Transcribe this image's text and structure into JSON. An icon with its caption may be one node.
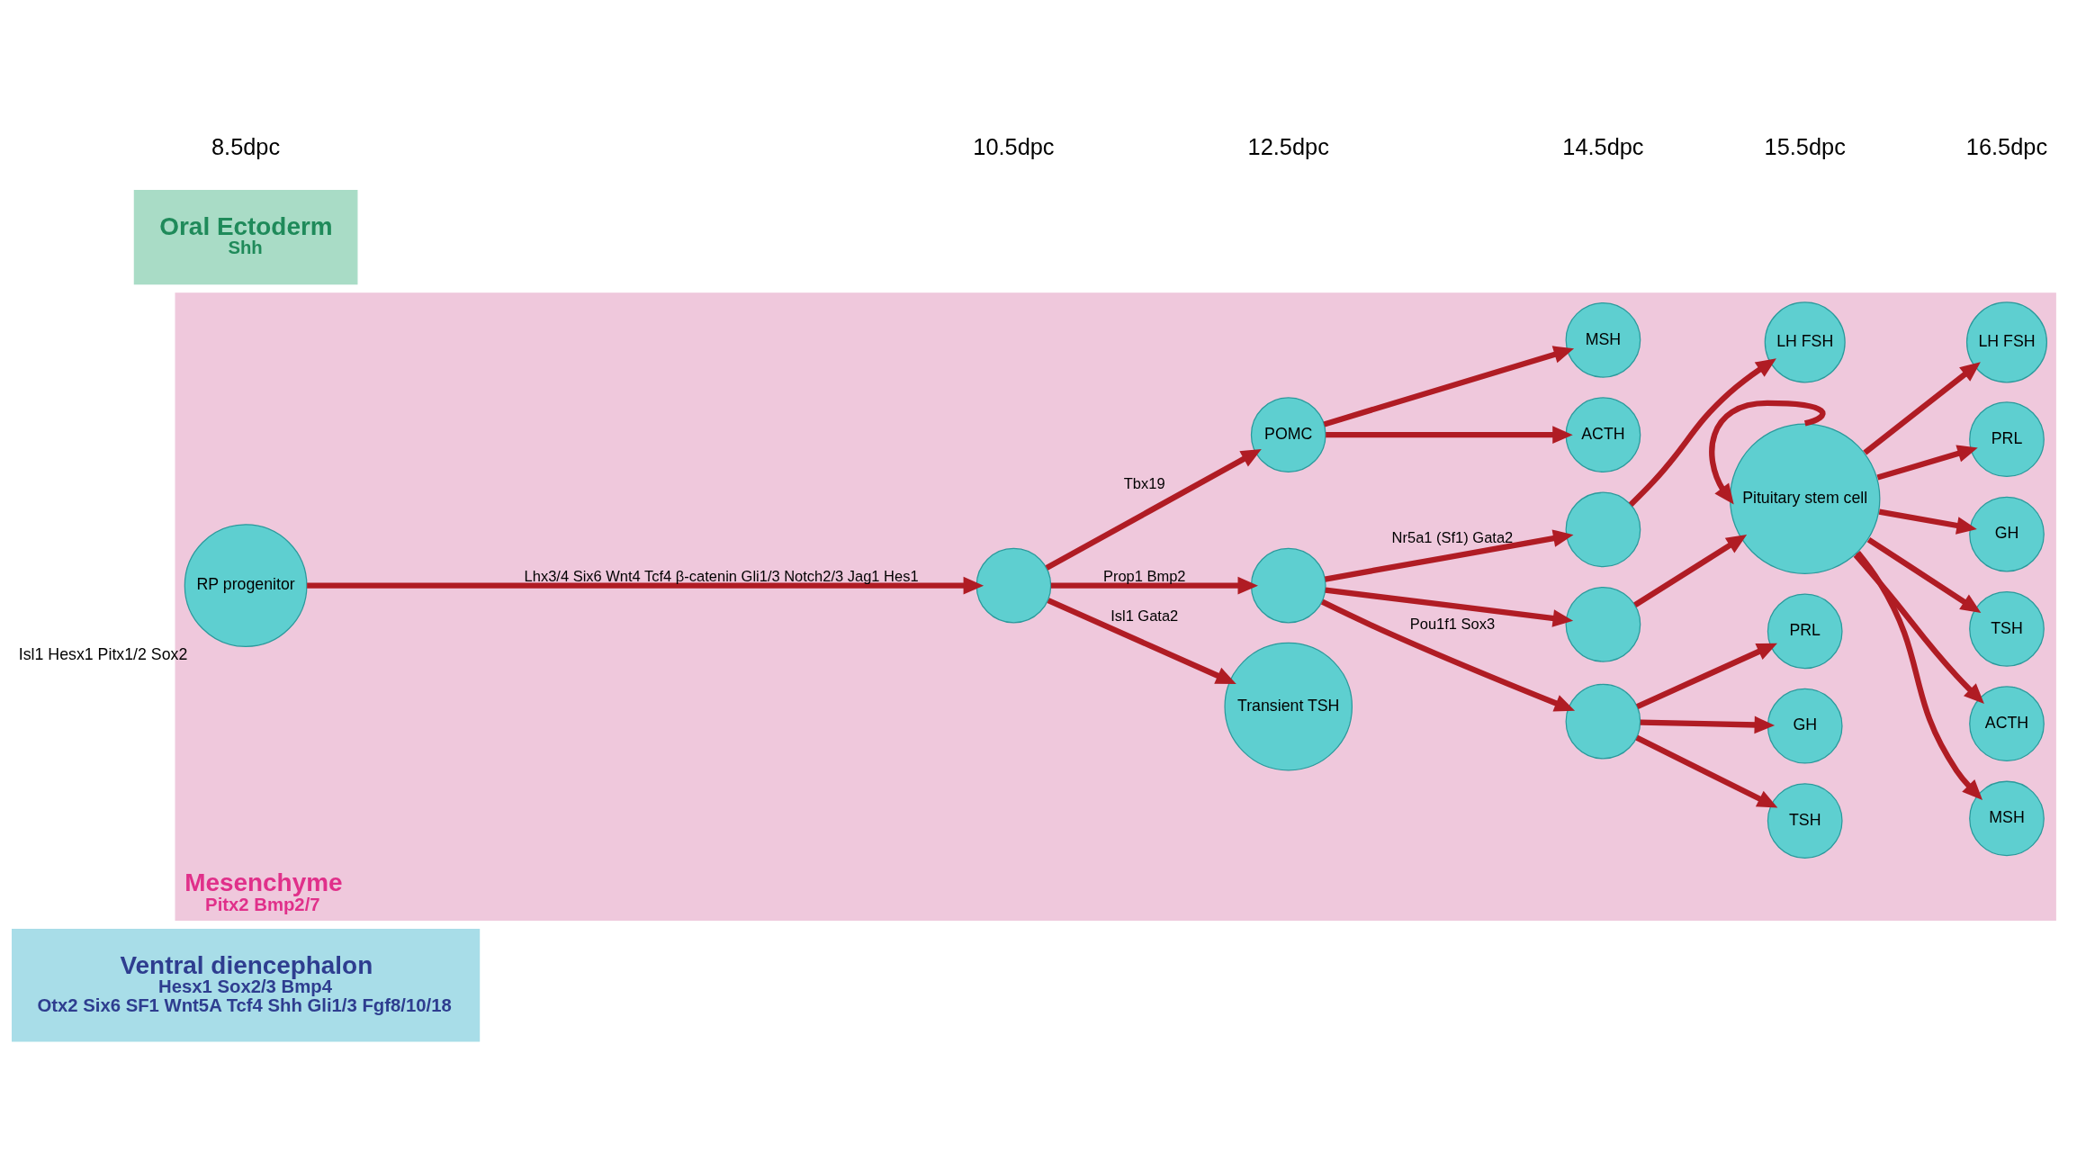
{
  "diagram": {
    "nodes": [
      {
        "text": [
          "Ventral diencephalon",
          "Hesx1 Sox2/3 Bmp4",
          "Otx2 Six6 SF1 Wnt5A Tcf4 Shh Gli1/3 Fgf8/10/18"
        ]
      },
      {
        "text": [
          "Mesenchyme",
          "Pitx2 Bmp2/7"
        ]
      },
      {
        "text": [
          "RP progenitor"
        ],
        "in": 1,
        "beside": [
          "Isl1 Hesx1 Pitx1/2 Sox2"
        ]
      },
      {
        "text": [],
        "shape": "circle",
        "in": 1
      },
      {
        "text": [
          "Transient TSH"
        ],
        "in": 1
      },
      {
        "text": [],
        "shape": "circle",
        "in": 1
      },
      {
        "text": [
          "POMC"
        ],
        "in": 1
      },
      {
        "text": [
          "ACTH"
        ],
        "in": 1
      },
      {
        "text": [
          "MSH"
        ],
        "in": 1
      },
      {
        "text": [],
        "shape": "circle",
        "in": 1
      },
      {
        "text": [],
        "shape": "circle",
        "in": 1
      },
      {
        "text": [],
        "shape": "circle",
        "in": 1
      },
      {
        "text": [
          "TSH"
        ],
        "in": 1
      },
      {
        "text": [
          "GH"
        ],
        "in": 1
      },
      {
        "text": [
          "PRL"
        ],
        "in": 1
      },
      {
        "text": [
          "LH FSH"
        ],
        "in": 1
      },
      {
        "text": [
          "Pituitary stem cell"
        ],
        "in": 1
      },
      {
        "text": [
          "MSH"
        ],
        "in": 1
      },
      {
        "text": [
          "ACTH"
        ],
        "in": 1
      },
      {
        "text": [
          "TSH"
        ],
        "in": 1
      },
      {
        "text": [
          "GH"
        ],
        "in": 1
      },
      {
        "text": [
          "PRL"
        ],
        "in": 1
      },
      {
        "text": [
          "LH FSH"
        ],
        "in": 1
      },
      {
        "text": [
          "Oral Ectoderm",
          "Shh"
        ]
      }
    ],
    "edges": [
      {
        "from": 2,
        "to": 3,
        "arrow": "to",
        "label": "Lhx3/4 Six6 Wnt4 Tcf4 β-catenin Gli1/3 Notch2/3 Jag1 Hes1"
      },
      {
        "from": 3,
        "to": 4,
        "arrow": "to",
        "label": "Isl1 Gata2"
      },
      {
        "from": 3,
        "to": 5,
        "arrow": "to",
        "label": "Prop1 Bmp2"
      },
      {
        "from": 3,
        "to": 6,
        "arrow": "to",
        "label": "Tbx19"
      },
      {
        "from": 6,
        "to": 7,
        "arrow": "to"
      },
      {
        "from": 6,
        "to": 8,
        "arrow": "to"
      },
      {
        "from": 5,
        "to": 9,
        "arrow": "to",
        "label": "Pou1f1 Sox3"
      },
      {
        "from": 5,
        "to": 10,
        "arrow": "to"
      },
      {
        "from": 5,
        "to": 11,
        "arrow": "to",
        "label": "Nr5a1 (Sf1) Gata2"
      },
      {
        "from": 9,
        "to": 12,
        "arrow": "to"
      },
      {
        "from": 9,
        "to": 13,
        "arrow": "to"
      },
      {
        "from": 9,
        "to": 14,
        "arrow": "to"
      },
      {
        "from": 10,
        "to": 16,
        "arrow": "to"
      },
      {
        "from": 11,
        "to": 15,
        "arrow": "to"
      },
      {
        "from": 16,
        "to": 16,
        "arrow": "to"
      },
      {
        "from": 16,
        "to": 17,
        "arrow": "to"
      },
      {
        "from": 16,
        "to": 18,
        "arrow": "to"
      },
      {
        "from": 16,
        "to": 19,
        "arrow": "to"
      },
      {
        "from": 16,
        "to": 20,
        "arrow": "to"
      },
      {
        "from": 16,
        "to": 21,
        "arrow": "to"
      },
      {
        "from": 16,
        "to": 22,
        "arrow": "to"
      }
    ],
    "labels": [
      "8.5dpc",
      "10.5dpc",
      "12.5dpc",
      "14.5dpc",
      "15.5dpc",
      "16.5dpc"
    ]
  }
}
